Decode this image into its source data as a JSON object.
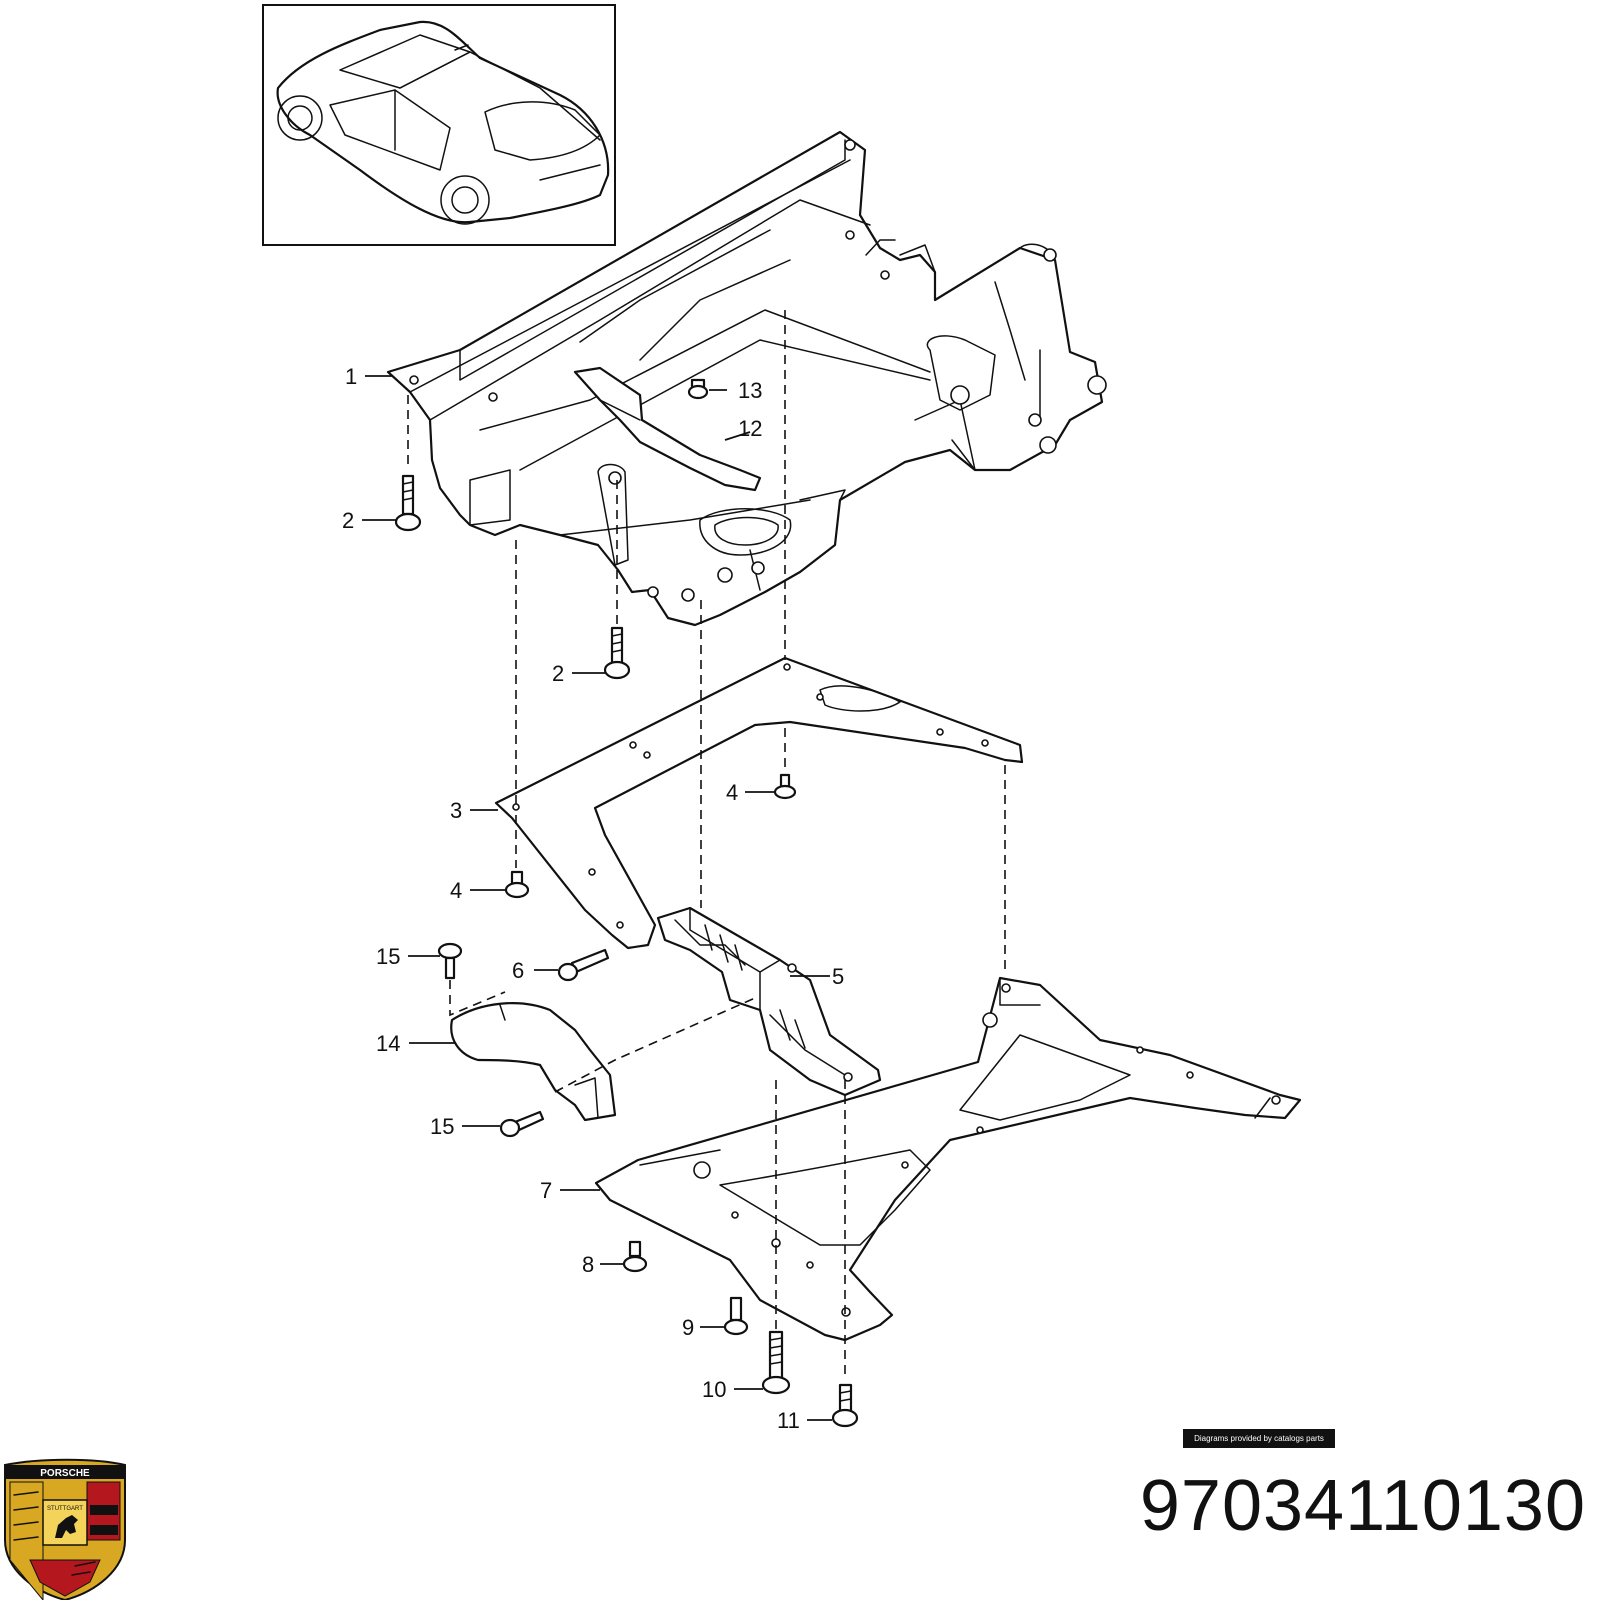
{
  "part_number": "97034110130",
  "credit": "Diagrams provided by catalogs parts",
  "logo": {
    "text": "PORSCHE",
    "city": "STUTTGART",
    "icon": "porsche-crest-icon"
  },
  "callouts": [
    "1",
    "2",
    "2",
    "3",
    "4",
    "4",
    "5",
    "6",
    "7",
    "8",
    "9",
    "10",
    "11",
    "12",
    "13",
    "14",
    "15",
    "15"
  ],
  "colors": {
    "line": "#111111",
    "background": "#ffffff",
    "crest_gold": "#d8a823",
    "crest_red": "#b5171e"
  }
}
